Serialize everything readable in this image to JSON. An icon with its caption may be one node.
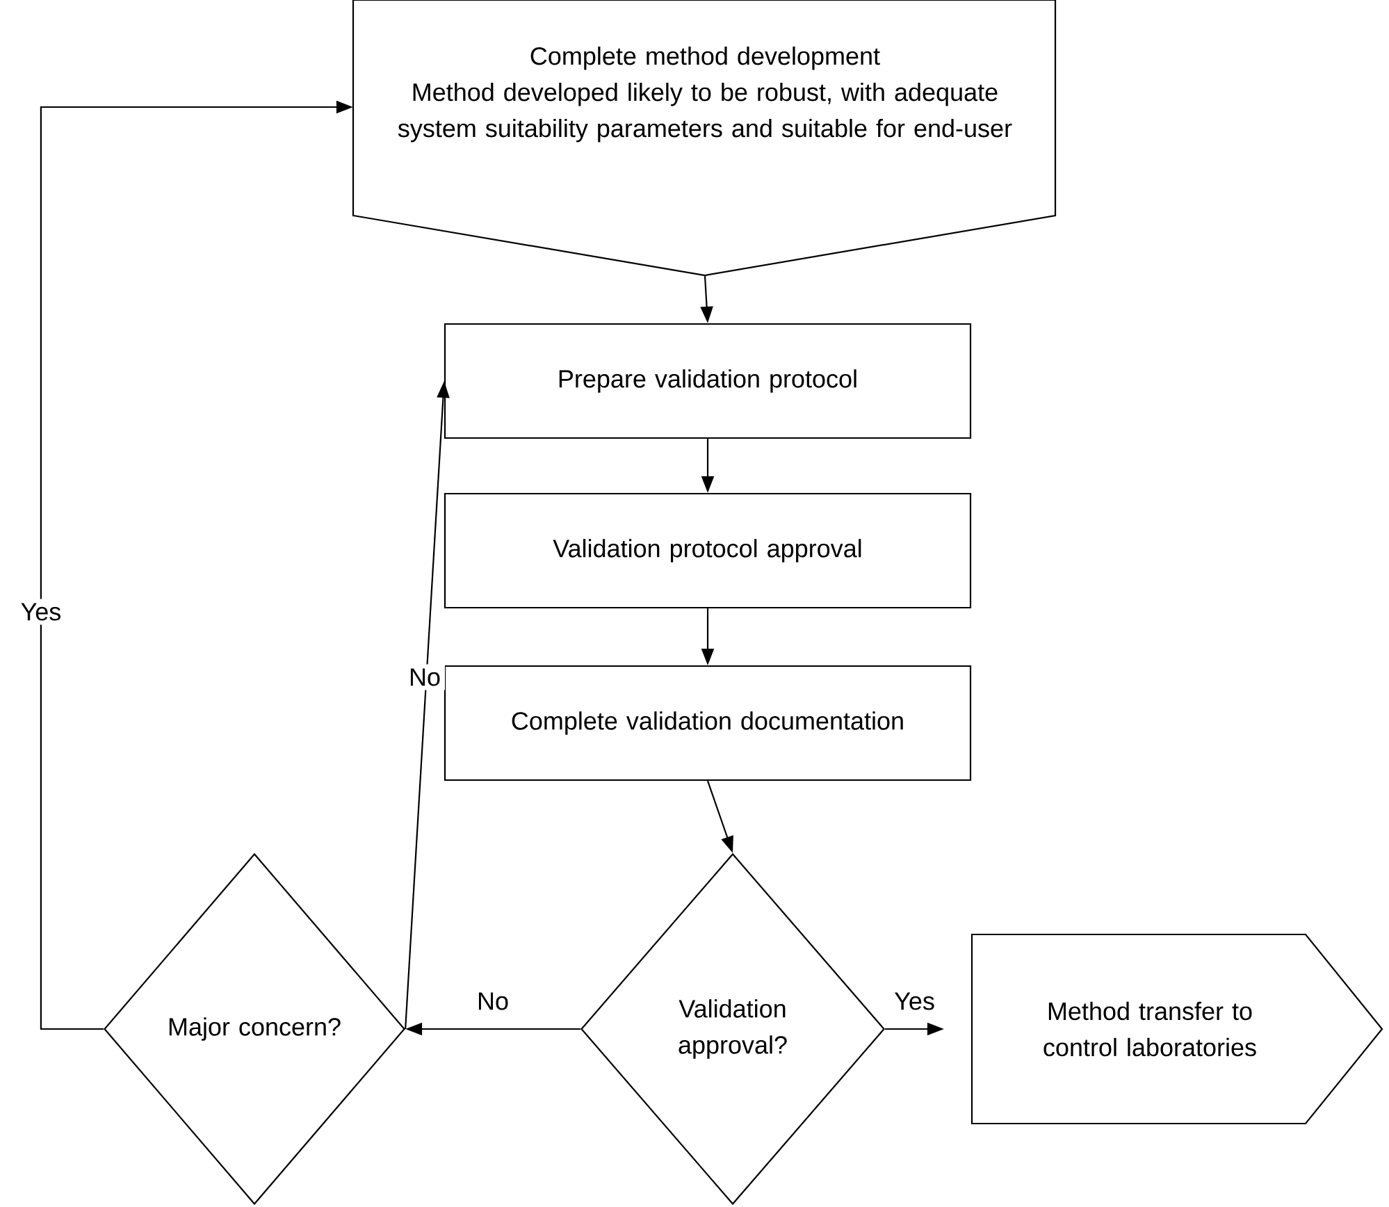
{
  "diagram": {
    "nodes": [
      {
        "text": [
          "Complete method development",
          "Method developed likely to be robust, with adequate system suitability parameters and suitable for end-user"
        ]
      },
      {
        "text": [
          "Prepare validation protocol"
        ]
      },
      {
        "text": [
          "Validation protocol approval"
        ]
      },
      {
        "text": [
          "Complete validation documentation"
        ]
      },
      {
        "text": [
          "Validation approval?"
        ]
      },
      {
        "text": [
          "Major concern?"
        ]
      },
      {
        "text": [
          "Method transfer to control laboratories"
        ]
      }
    ],
    "edges": [
      {
        "from": 0,
        "to": 1,
        "arrow": "to"
      },
      {
        "from": 1,
        "to": 2,
        "arrow": "to"
      },
      {
        "from": 2,
        "to": 3,
        "arrow": "to"
      },
      {
        "from": 3,
        "to": 4,
        "arrow": "to"
      },
      {
        "from": 4,
        "to": 6,
        "arrow": "to",
        "label": "Yes"
      },
      {
        "from": 4,
        "to": 5,
        "arrow": "to",
        "label": "No"
      },
      {
        "from": 5,
        "to": 1,
        "arrow": "to",
        "label": "No"
      },
      {
        "from": 5,
        "to": 0,
        "arrow": "to",
        "label": "Yes"
      }
    ]
  }
}
